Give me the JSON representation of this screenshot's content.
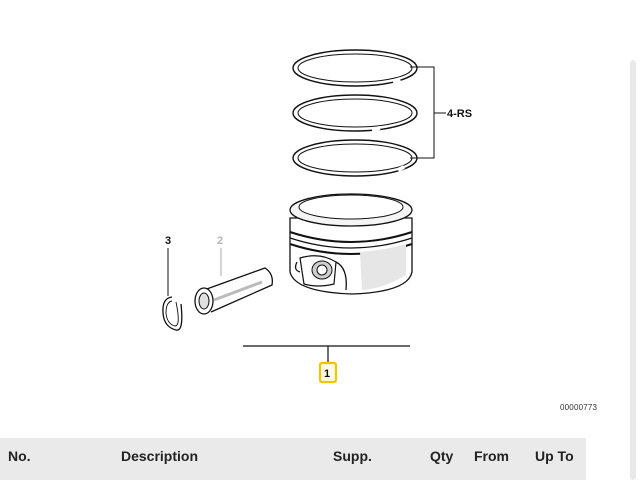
{
  "diagram": {
    "callouts": {
      "rings": "4-RS",
      "circlip": "3",
      "pin": "2",
      "piston": "1"
    },
    "figure_id": "00000773",
    "highlight_color": "#f2c500"
  },
  "table": {
    "headers": {
      "no": "No.",
      "description": "Description",
      "supp": "Supp.",
      "qty": "Qty",
      "from": "From",
      "up_to": "Up To"
    }
  }
}
